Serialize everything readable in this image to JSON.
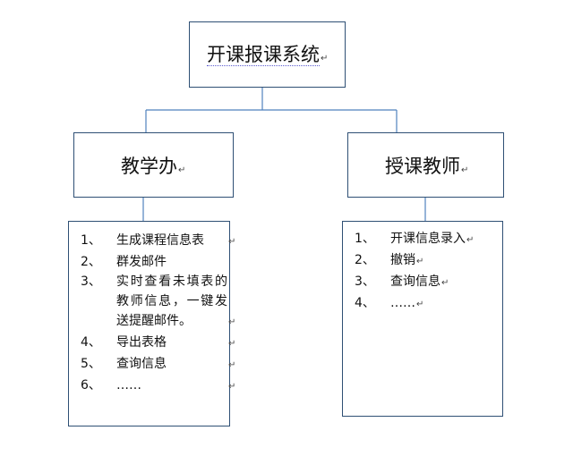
{
  "root": {
    "title": "开课报课系统"
  },
  "left": {
    "title": "教学办",
    "items": [
      {
        "num": "1、",
        "text": "生成课程信息表"
      },
      {
        "num": "2、",
        "text": "群发邮件"
      },
      {
        "num": "3、",
        "text": "实时查看未填表的教师信息，一键发送提醒邮件。"
      },
      {
        "num": "4、",
        "text": "导出表格"
      },
      {
        "num": "5、",
        "text": "查询信息"
      },
      {
        "num": "6、",
        "text": "……"
      }
    ]
  },
  "right": {
    "title": "授课教师",
    "items": [
      {
        "num": "1、",
        "text": "开课信息录入"
      },
      {
        "num": "2、",
        "text": "撤销"
      },
      {
        "num": "3、",
        "text": "查询信息"
      },
      {
        "num": "4、",
        "text": "……"
      }
    ]
  },
  "paragraph_mark": "↵",
  "colors": {
    "border": "#2e4f74",
    "connector": "#4f81bd"
  }
}
